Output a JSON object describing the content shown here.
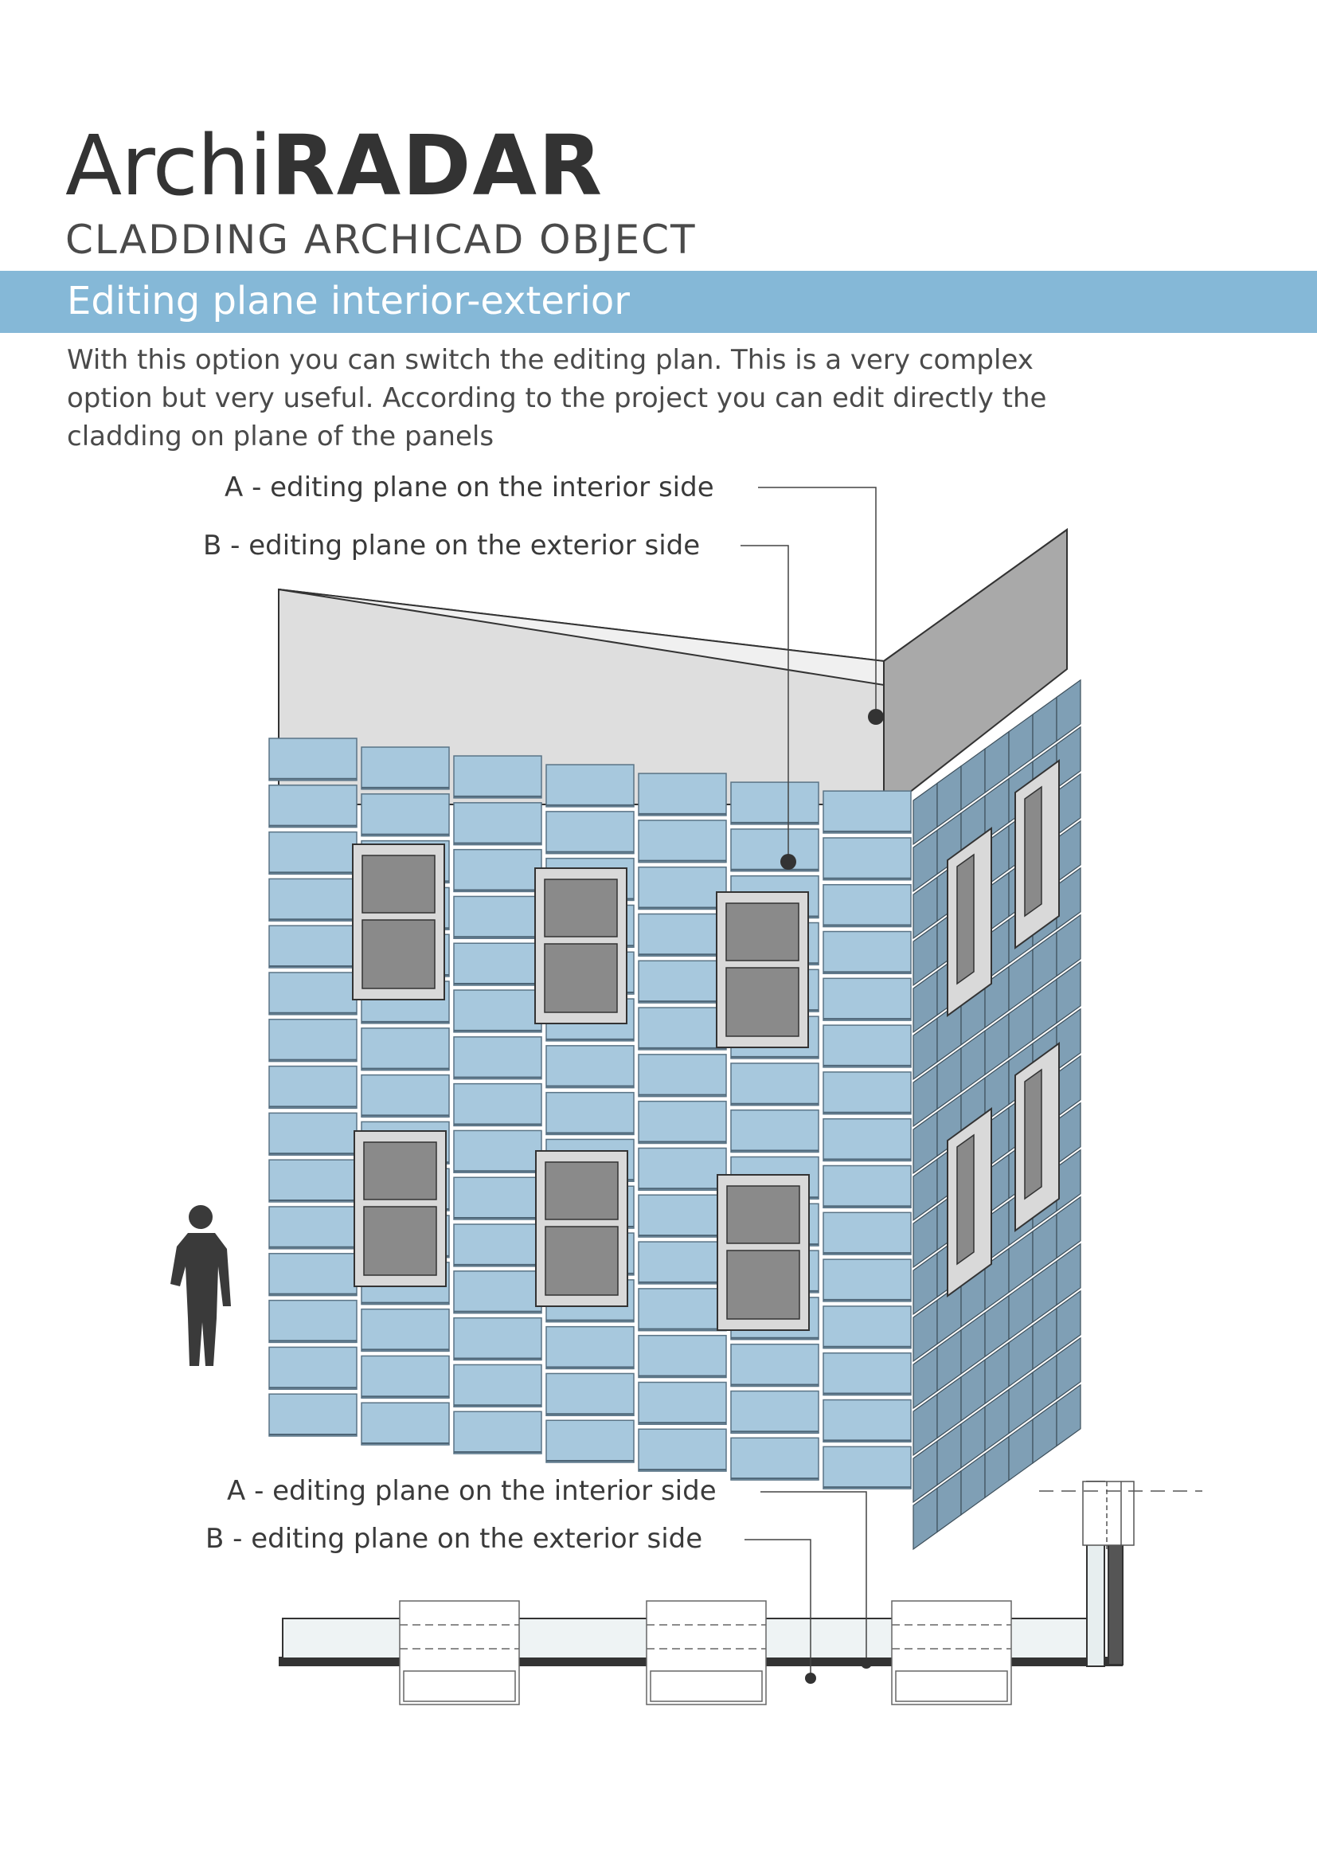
{
  "logo": {
    "thin": "Archi",
    "bold": "RADAR"
  },
  "subtitle": "CLADDING ARCHICAD OBJECT",
  "section_title": "Editing plane interior-exterior",
  "intro_lines": [
    "With this option you can switch the editing plan. This is a very complex",
    "option but very useful. According to the project you can edit directly the",
    "cladding on plane of the panels"
  ],
  "axonometric": {
    "label_a": "A - editing plane on the interior side",
    "label_b": "B - editing plane on the exterior side"
  },
  "plan": {
    "label_a": "A - editing plane on the interior side",
    "label_b": "B - editing plane on the exterior side"
  },
  "colors": {
    "band": "#85b8d7",
    "panel": "#a7c8dd",
    "panel_side": "#7f9fb5",
    "concrete": "#dcdcdc",
    "glass": "#8a8a8a"
  }
}
